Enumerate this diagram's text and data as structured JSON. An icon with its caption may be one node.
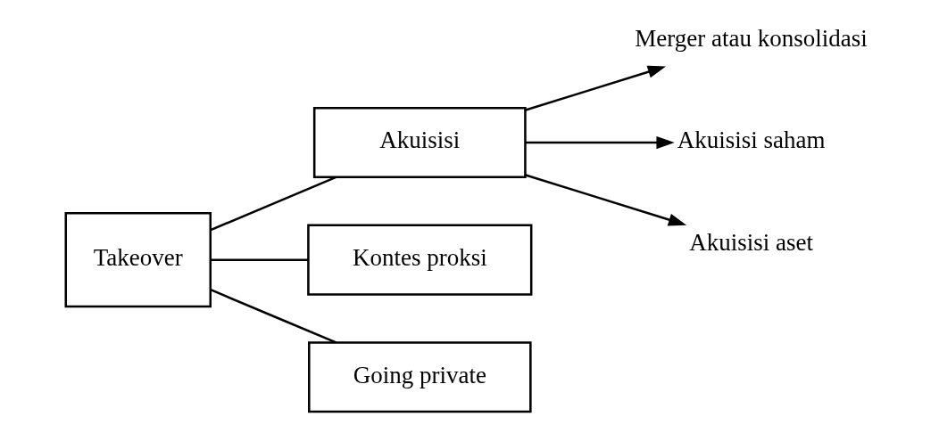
{
  "diagram": {
    "nodes": [
      {
        "text": [
          "Takeover"
        ]
      },
      {
        "text": [
          "Akuisisi"
        ]
      },
      {
        "text": [
          "Kontes proksi"
        ]
      },
      {
        "text": [
          "Going private"
        ]
      },
      {
        "text": [
          "Merger atau konsolidasi"
        ]
      },
      {
        "text": [
          "Akuisisi saham"
        ]
      },
      {
        "text": [
          "Akuisisi aset"
        ]
      }
    ],
    "edges": [
      {
        "from": 0,
        "to": 1,
        "arrow": "none"
      },
      {
        "from": 0,
        "to": 2,
        "arrow": "none"
      },
      {
        "from": 0,
        "to": 3,
        "arrow": "none"
      },
      {
        "from": 1,
        "to": 4,
        "arrow": "to"
      },
      {
        "from": 1,
        "to": 5,
        "arrow": "to"
      },
      {
        "from": 1,
        "to": 6,
        "arrow": "to"
      }
    ]
  }
}
